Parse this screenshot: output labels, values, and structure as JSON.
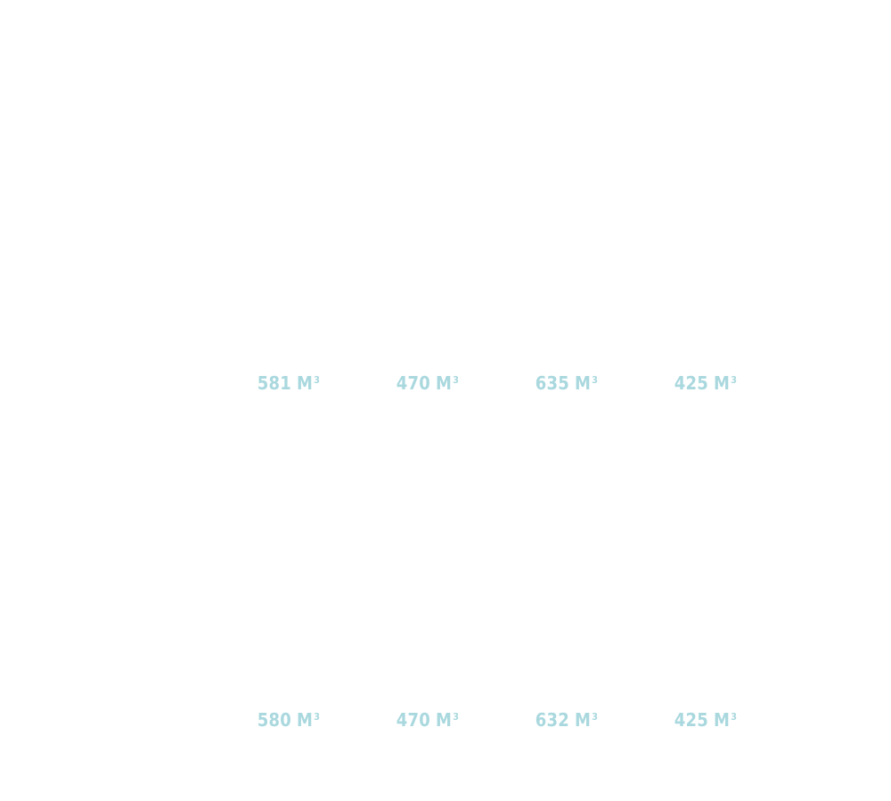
{
  "colors": {
    "background": "#ffffff",
    "label": "#a9d8de"
  },
  "volumes": {
    "rows": [
      {
        "cells": [
          {
            "value": "581",
            "unit": "M",
            "exponent": "3"
          },
          {
            "value": "470",
            "unit": "M",
            "exponent": "3"
          },
          {
            "value": "635",
            "unit": "M",
            "exponent": "3"
          },
          {
            "value": "425",
            "unit": "M",
            "exponent": "3"
          }
        ]
      },
      {
        "cells": [
          {
            "value": "580",
            "unit": "M",
            "exponent": "3"
          },
          {
            "value": "470",
            "unit": "M",
            "exponent": "3"
          },
          {
            "value": "632",
            "unit": "M",
            "exponent": "3"
          },
          {
            "value": "425",
            "unit": "M",
            "exponent": "3"
          }
        ]
      }
    ]
  }
}
